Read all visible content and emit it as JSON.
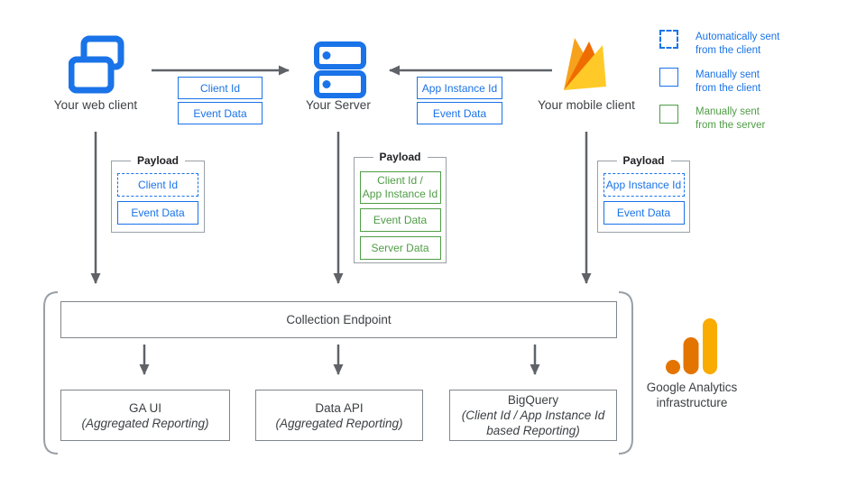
{
  "clients": {
    "web": {
      "label": "Your web client"
    },
    "server": {
      "label": "Your Server"
    },
    "mobile": {
      "label": "Your mobile client"
    }
  },
  "flow_boxes": {
    "web_to_server": [
      {
        "label": "Client Id"
      },
      {
        "label": "Event Data"
      }
    ],
    "mobile_to_server": [
      {
        "label": "App Instance Id"
      },
      {
        "label": "Event Data"
      }
    ]
  },
  "payloads": {
    "web": {
      "title": "Payload",
      "items": [
        {
          "label": "Client Id",
          "type": "automatically-sent-from-client"
        },
        {
          "label": "Event Data",
          "type": "manually-sent-from-client"
        }
      ]
    },
    "server": {
      "title": "Payload",
      "items": [
        {
          "label": "Client Id /\nApp Instance Id",
          "type": "manually-sent-from-server"
        },
        {
          "label": "Event Data",
          "type": "manually-sent-from-server"
        },
        {
          "label": "Server Data",
          "type": "manually-sent-from-server"
        }
      ]
    },
    "mobile": {
      "title": "Payload",
      "items": [
        {
          "label": "App Instance Id",
          "type": "automatically-sent-from-client"
        },
        {
          "label": "Event Data",
          "type": "manually-sent-from-client"
        }
      ]
    }
  },
  "legend": [
    {
      "label": "Automatically sent\nfrom the client",
      "style": "dashed-blue"
    },
    {
      "label": "Manually sent\nfrom the client",
      "style": "solid-blue"
    },
    {
      "label": "Manually sent\nfrom the server",
      "style": "solid-green"
    }
  ],
  "infrastructure": {
    "endpoint_label": "Collection Endpoint",
    "services": [
      {
        "name": "GA UI",
        "detail": "(Aggregated Reporting)"
      },
      {
        "name": "Data API",
        "detail": "(Aggregated Reporting)"
      },
      {
        "name": "BigQuery",
        "detail": "(Client Id / App Instance Id\nbased Reporting)"
      }
    ],
    "caption": "Google Analytics\ninfrastructure"
  },
  "colors": {
    "blue": "#1a73e8",
    "green": "#4f9d45",
    "arrow_gray": "#5f6368",
    "box_border_gray": "#80868b",
    "bracket_gray": "#9aa0a6",
    "text_dark": "#3c4043",
    "ga_orange": "#e37400",
    "ga_amber": "#f9ab00",
    "firebase_amber": "#f6a21d",
    "firebase_orange": "#ef6c00",
    "firebase_yellow": "#ffca28"
  }
}
